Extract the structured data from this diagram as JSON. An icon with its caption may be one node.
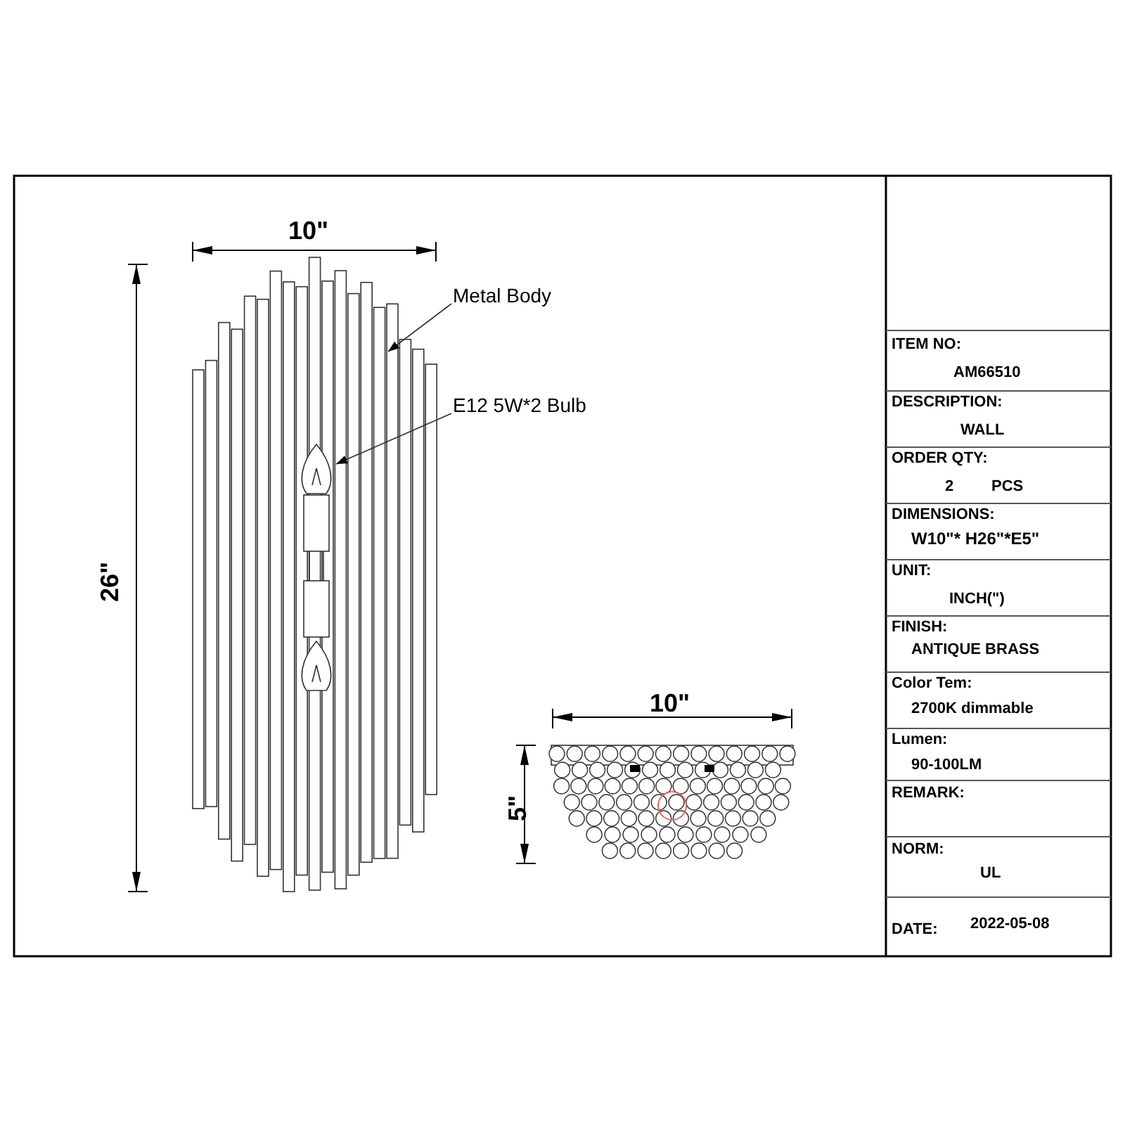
{
  "diagram": {
    "nodes": [
      {
        "text": [
          "Metal Body"
        ]
      },
      {
        "text": [],
        "shape": "picture"
      },
      {
        "text": [
          "E12 5W*2 Bulb"
        ]
      },
      {
        "text": [],
        "shape": "picture",
        "in": 1
      }
    ],
    "edges": [
      {
        "from": 0,
        "to": 1,
        "arrow": "to"
      },
      {
        "from": 2,
        "to": 3,
        "arrow": "to"
      }
    ],
    "labels": [
      "10\"",
      "26\"",
      "10\"",
      "5\"",
      "ITEM NO:",
      "AM66510",
      "DESCRIPTION:",
      "WALL",
      "ORDER QTY:",
      "2",
      "PCS",
      "DIMENSIONS:",
      "W10\"* H26\"*E5\"",
      "UNIT:",
      "INCH(\")",
      "FINISH:",
      "ANTIQUE BRASS",
      "Color Tem:",
      "2700K dimmable",
      "Lumen:",
      "90-100LM",
      "REMARK:",
      "NORM:",
      "UL",
      "DATE:",
      "2022-05-08"
    ]
  }
}
